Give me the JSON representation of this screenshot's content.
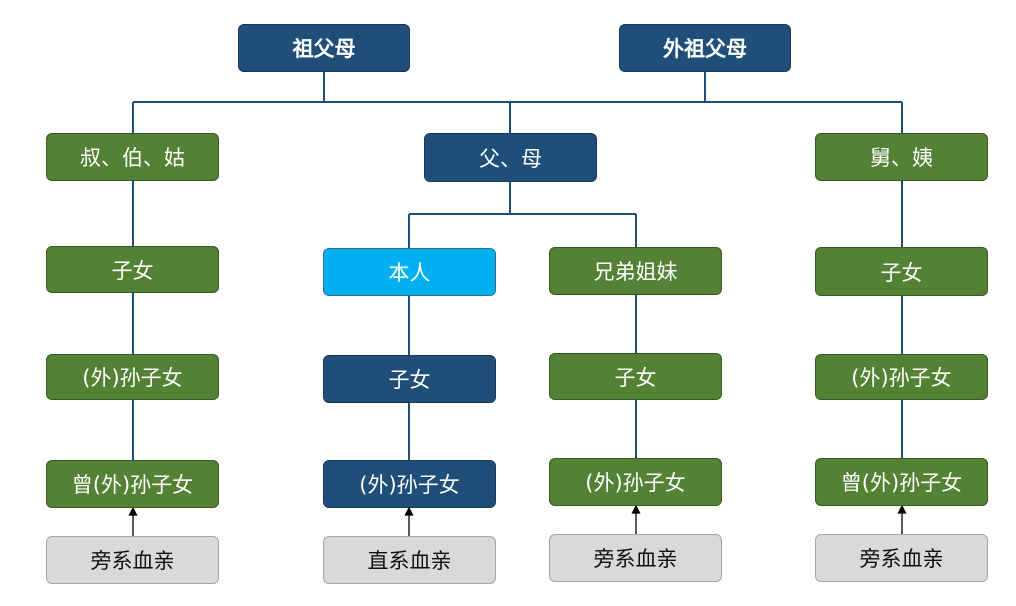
{
  "nodes": {
    "grandparents": "祖父母",
    "maternal_grandparents": "外祖父母",
    "paternal_uncles_aunts": "叔、伯、姑",
    "parents": "父、母",
    "maternal_uncles_aunts": "舅、姨",
    "self": "本人",
    "siblings": "兄弟姐妹",
    "cousins_paternal": "子女",
    "cousins_maternal": "子女",
    "children": "子女",
    "nephews_nieces": "子女",
    "grandchildren_paternal_side": "(外)孙子女",
    "grandchildren_self": "(外)孙子女",
    "grandchildren_siblings": "(外)孙子女",
    "grandchildren_maternal_side": "(外)孙子女",
    "great_grandchildren_paternal_side": "曾(外)孙子女",
    "great_grandchildren_maternal_side": "曾(外)孙子女"
  },
  "labels": {
    "collateral_left": "旁系血亲",
    "lineal": "直系血亲",
    "collateral_middle": "旁系血亲",
    "collateral_right": "旁系血亲"
  },
  "colors": {
    "lineal": "#1f4e79",
    "collateral": "#548235",
    "self": "#00b0f0",
    "label": "#d9d9d9",
    "line": "#1f4e79"
  }
}
